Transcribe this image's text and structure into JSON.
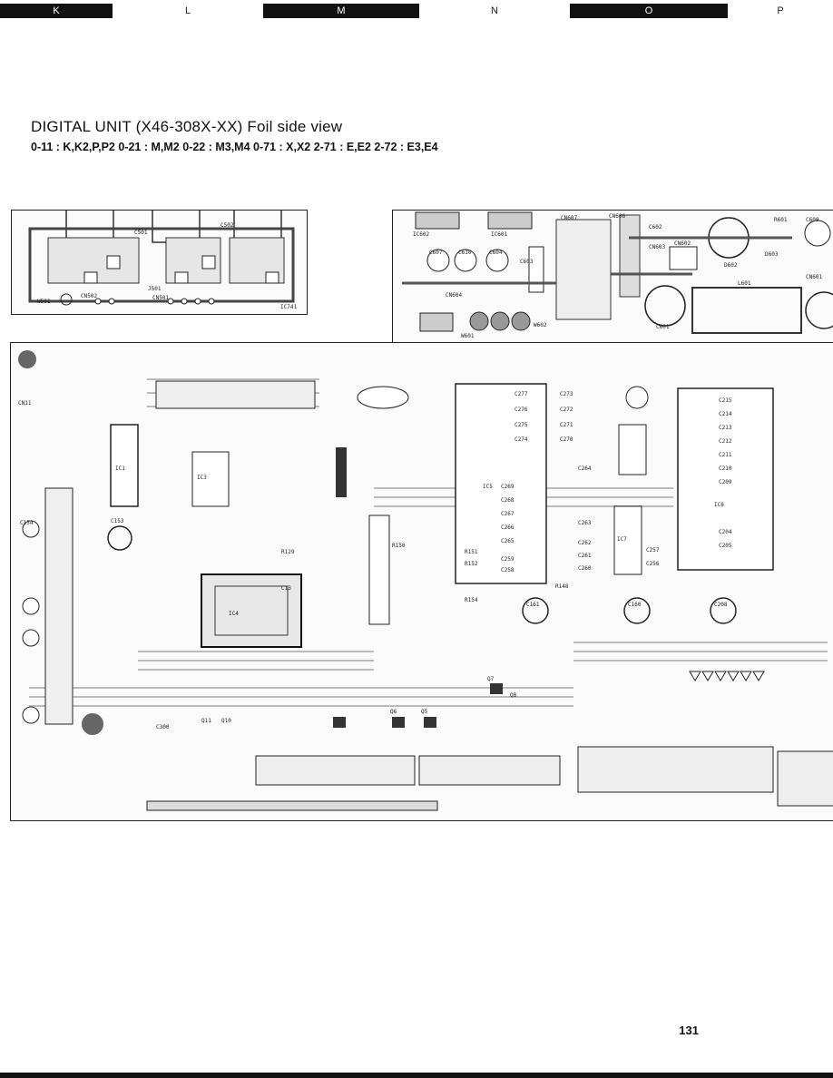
{
  "grid_columns": [
    {
      "label": "K",
      "style": "dark"
    },
    {
      "label": "L",
      "style": "light"
    },
    {
      "label": "M",
      "style": "dark"
    },
    {
      "label": "N",
      "style": "light"
    },
    {
      "label": "O",
      "style": "dark"
    },
    {
      "label": "P",
      "style": "light"
    }
  ],
  "title": "DIGITAL UNIT (X46-308X-XX)  Foil side view",
  "subtitle": "0-11 : K,K2,P,P2   0-21 : M,M2   0-22 : M3,M4   0-71 : X,X2   2-71 : E,E2   2-72 : E3,E4",
  "small_board": {
    "labels": [
      "W501",
      "CN502",
      "J501",
      "CN501",
      "IC741",
      "C501",
      "C502"
    ]
  },
  "right_board": {
    "labels": [
      "CN607",
      "CN606",
      "IC602",
      "IC601",
      "C607",
      "C610",
      "C604",
      "C603",
      "C602",
      "CN603",
      "CN602",
      "D602",
      "D603",
      "C609",
      "CN601",
      "CN604",
      "W601",
      "W602",
      "R601",
      "L601",
      "C601"
    ]
  },
  "main_board": {
    "labels": [
      "CN11",
      "IC1",
      "C153",
      "C154",
      "R150",
      "R148",
      "IC5",
      "C161",
      "C160",
      "C208",
      "Q7",
      "Q8",
      "Q6",
      "Q5",
      "Q11",
      "Q10",
      "C300",
      "IC7",
      "C277",
      "C276",
      "C275",
      "C274",
      "C273",
      "C272",
      "C271",
      "C270",
      "C269",
      "C268",
      "C267",
      "C266",
      "C265",
      "C264",
      "C263",
      "C262",
      "C261",
      "C260",
      "C259",
      "C258",
      "C257",
      "C256",
      "C215",
      "C214",
      "C213",
      "C212",
      "C211",
      "C210",
      "C209",
      "C204",
      "C205",
      "R154",
      "R152",
      "R151",
      "IC3",
      "IC4",
      "IC6",
      "R129",
      "C13"
    ]
  },
  "page_number": "131"
}
